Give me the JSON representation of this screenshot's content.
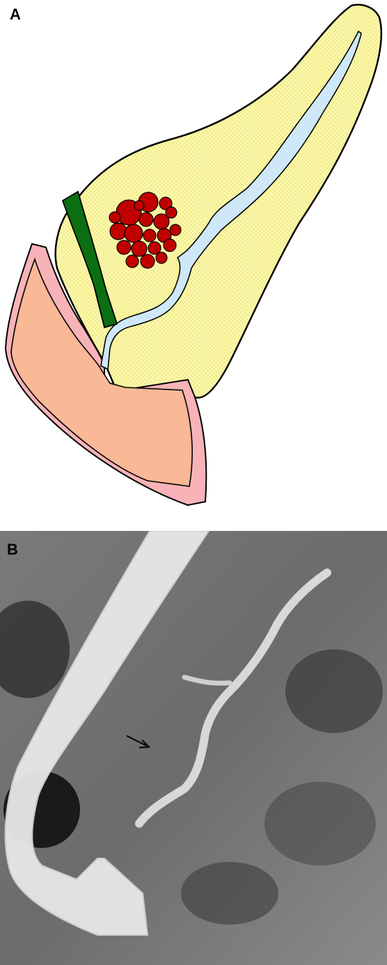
{
  "figure": {
    "panel_a": {
      "label": "A",
      "colors": {
        "pancreas_fill": "#fbf7a8",
        "pancreas_dots": "#e7e07a",
        "duct": "#cfe8f7",
        "vessel": "#0b6e12",
        "lesion": "#c00000",
        "duodenum_inner": "#f9b896",
        "duodenum_wall": "#f7b3b8",
        "outline": "#000000"
      },
      "structures": [
        "pancreas",
        "pancreatic-duct",
        "vessel",
        "cystic-lesion",
        "duodenum"
      ]
    },
    "panel_b": {
      "label": "B",
      "image_type": "grayscale-pancreatogram",
      "annotation": "arrow"
    }
  }
}
